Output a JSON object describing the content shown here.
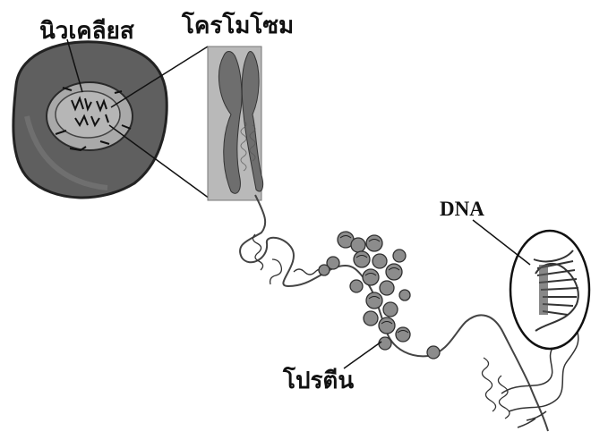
{
  "labels": {
    "nucleus": "นิวเคลียส",
    "chromosome": "โครโมโซม",
    "dna": "DNA",
    "protein": "โปรตีน"
  },
  "colors": {
    "cell": "#5f5f5f",
    "nucleus": "#a9a9a9",
    "chromosome_panel": "#b9b9b9",
    "chromosome": "#6e6e6e",
    "strand": "#444444",
    "nucleosome": "#8c8c8c"
  }
}
